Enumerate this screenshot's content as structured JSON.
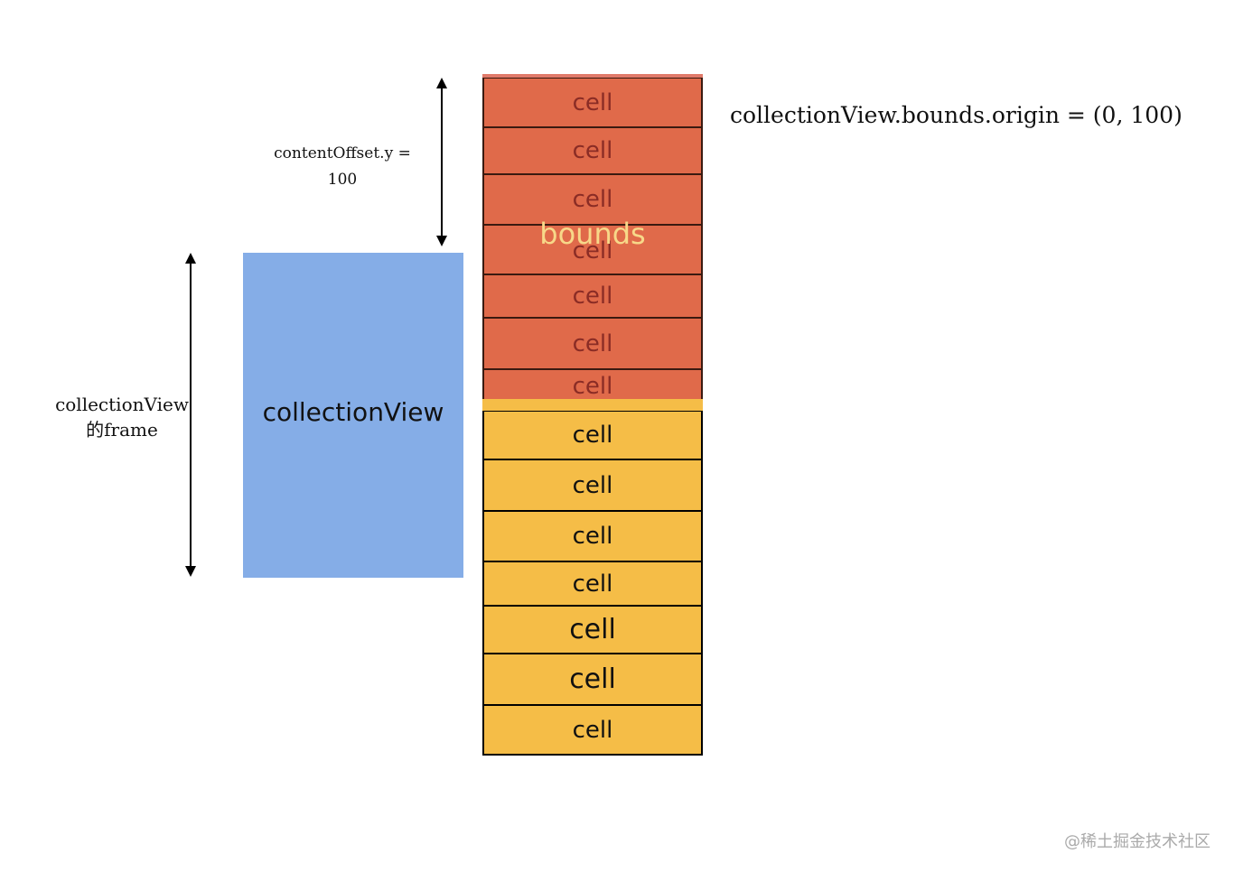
{
  "labels": {
    "content_offset_line1": "contentOffset.y =",
    "content_offset_line2": "100",
    "bounds_origin": "collectionView.bounds.origin = (0, 100)",
    "frame_line1": "collectionView",
    "frame_line2": "的frame",
    "collection_view": "collectionView",
    "bounds": "bounds",
    "watermark": "@稀土掘金技术社区"
  },
  "cells": {
    "bounds_cells": [
      "cell",
      "cell",
      "cell",
      "cell",
      "cell",
      "cell",
      "cell"
    ],
    "content_cells": [
      "cell",
      "cell",
      "cell",
      "cell",
      "cell",
      "cell",
      "cell"
    ]
  },
  "colors": {
    "bounds_region": "#e06a4a",
    "content_region": "#f5bd47",
    "collection_view_frame": "#85ade7"
  }
}
